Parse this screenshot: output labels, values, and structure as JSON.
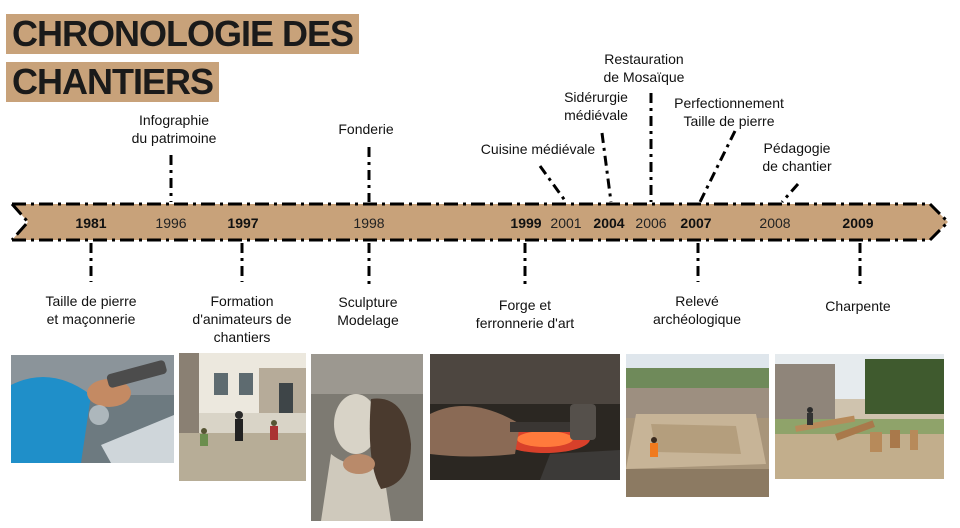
{
  "title": {
    "line1": "CHRONOLOGIE DES",
    "line2": "CHANTIERS"
  },
  "colors": {
    "band": "#c8a27a",
    "line": "#000000"
  },
  "years": [
    "1981",
    "1996",
    "1997",
    "1998",
    "1999",
    "2001",
    "2004",
    "2006",
    "2007",
    "2008",
    "2009"
  ],
  "events_above": [
    {
      "line1": "Infographie",
      "line2": "du patrimoine"
    },
    {
      "line1": "Fonderie",
      "line2": ""
    },
    {
      "line1": "Cuisine médiévale",
      "line2": ""
    },
    {
      "line1": "Sidérurgie",
      "line2": "médiévale"
    },
    {
      "line1": "Restauration",
      "line2": "de Mosaïque"
    },
    {
      "line1": "Perfectionnement",
      "line2": "Taille de pierre"
    },
    {
      "line1": "Pédagogie",
      "line2": "de chantier"
    }
  ],
  "events_below": [
    {
      "line1": "Taille de pierre",
      "line2": "et maçonnerie",
      "line3": ""
    },
    {
      "line1": "Formation",
      "line2": "d'animateurs de",
      "line3": "chantiers"
    },
    {
      "line1": "Sculpture",
      "line2": "Modelage",
      "line3": ""
    },
    {
      "line1": "Forge et",
      "line2": "ferronnerie d'art",
      "line3": ""
    },
    {
      "line1": "Relevé",
      "line2": "archéologique",
      "line3": ""
    },
    {
      "line1": "Charpente",
      "line2": "",
      "line3": ""
    }
  ],
  "photos": [
    "stone-carving-photo",
    "courtyard-training-photo",
    "sculpture-modeling-photo",
    "forge-photo",
    "archaeology-dig-photo",
    "timber-framing-photo"
  ]
}
